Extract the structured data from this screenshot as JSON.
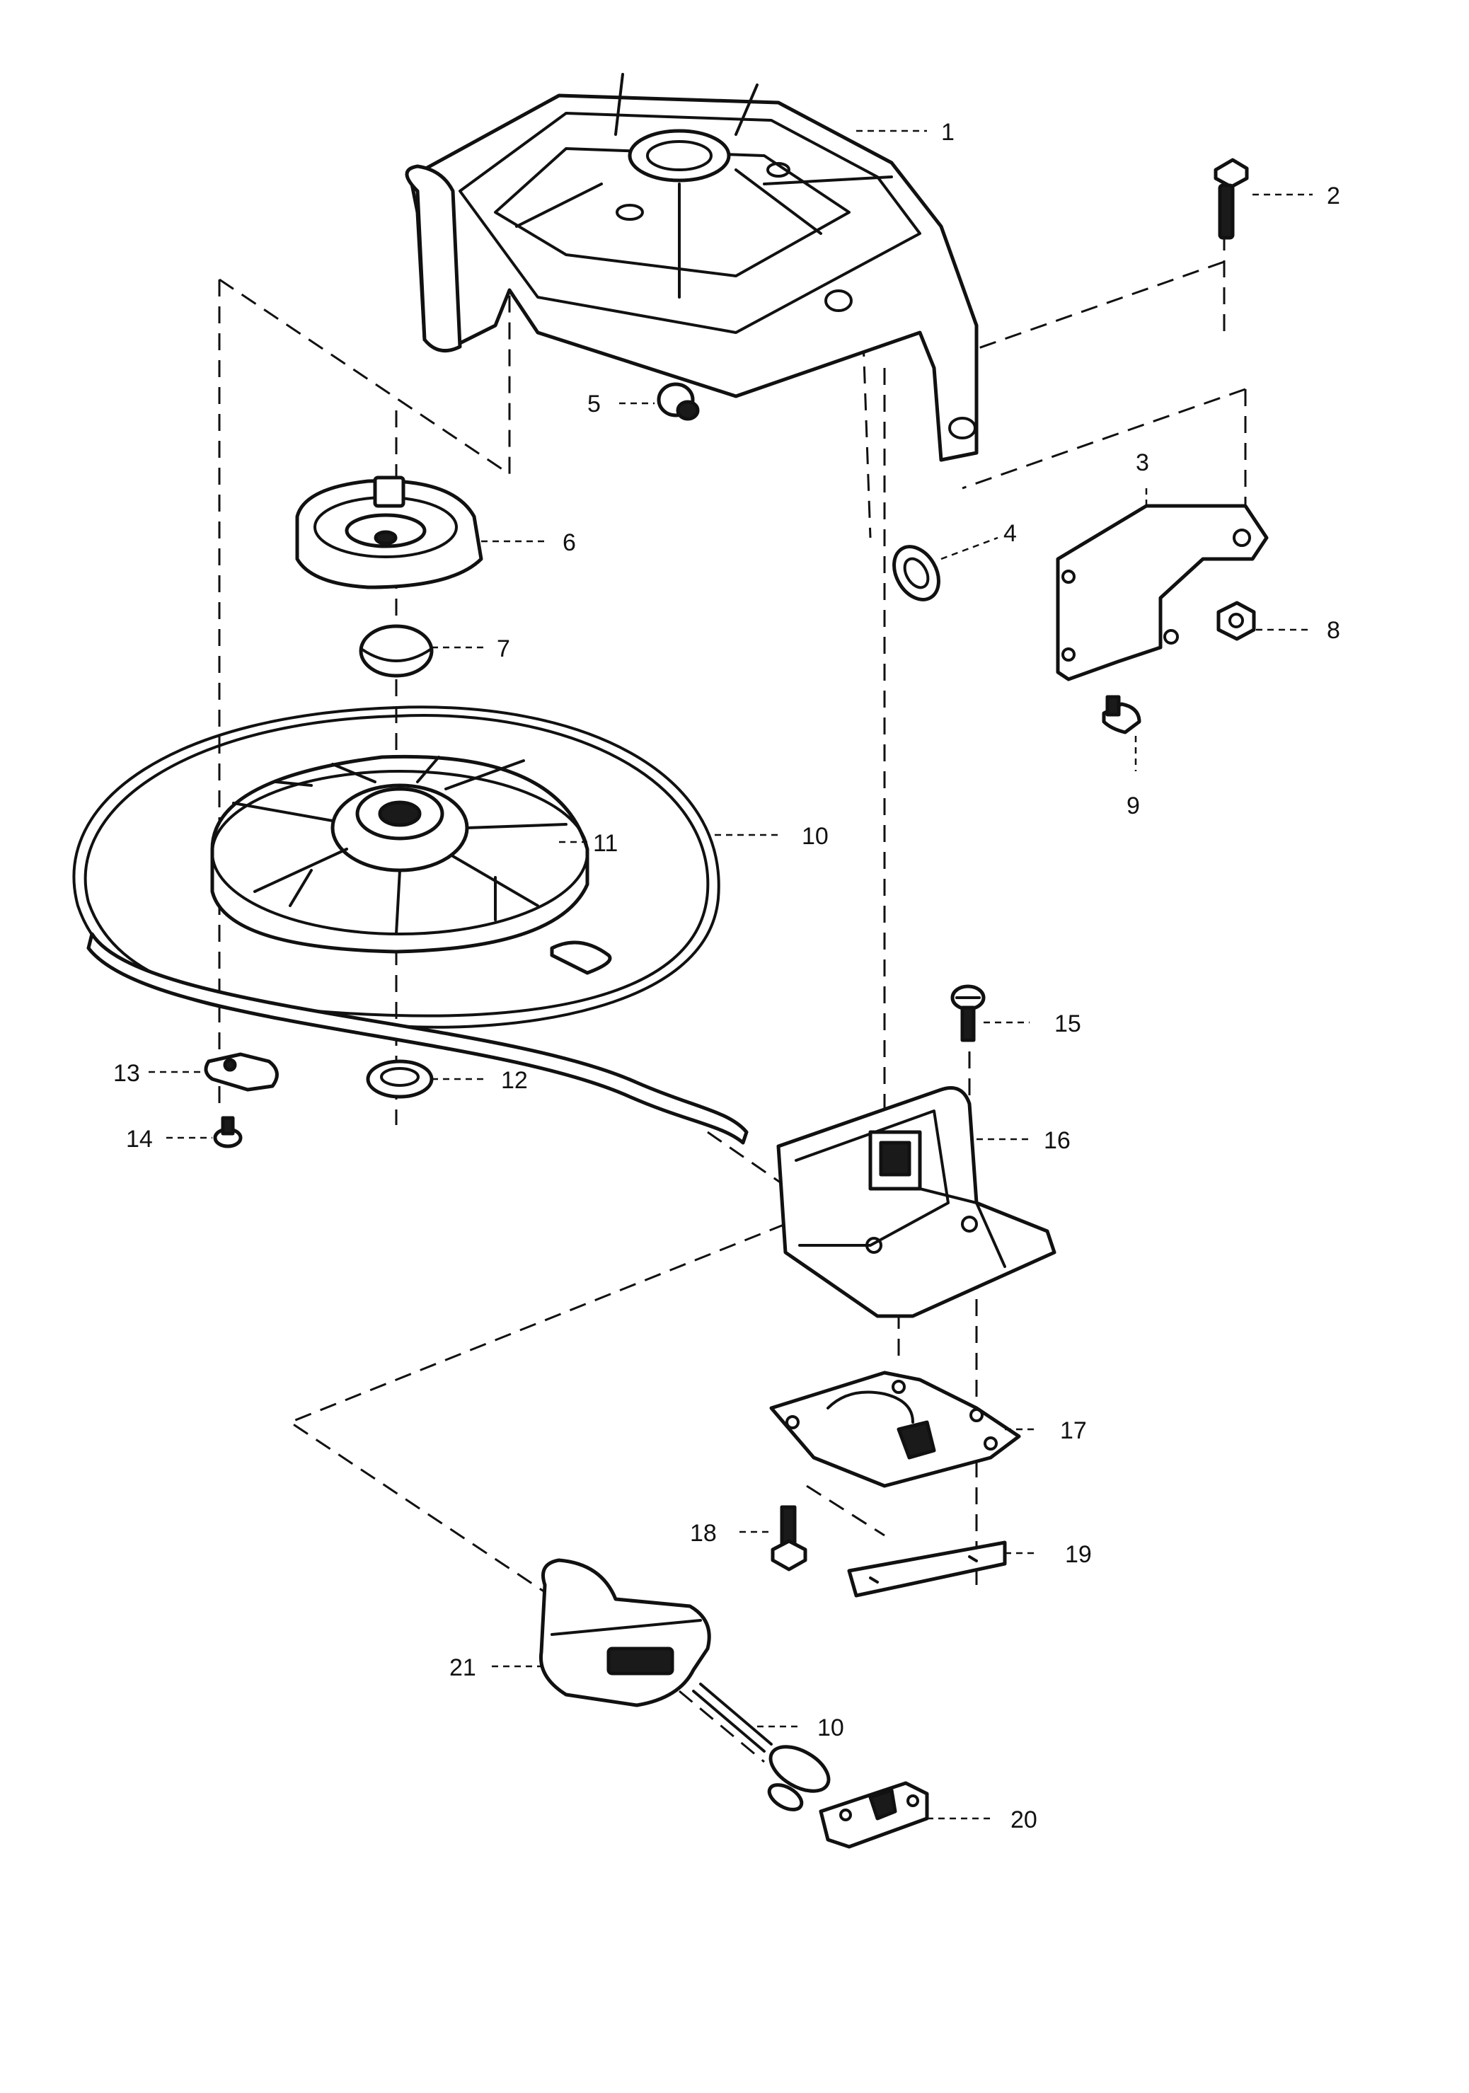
{
  "callouts": [
    {
      "id": "c1",
      "label": "1"
    },
    {
      "id": "c2",
      "label": "2"
    },
    {
      "id": "c3",
      "label": "3"
    },
    {
      "id": "c4",
      "label": "4"
    },
    {
      "id": "c5",
      "label": "5"
    },
    {
      "id": "c6",
      "label": "6"
    },
    {
      "id": "c7",
      "label": "7"
    },
    {
      "id": "c8",
      "label": "8"
    },
    {
      "id": "c9",
      "label": "9"
    },
    {
      "id": "c10a",
      "label": "10"
    },
    {
      "id": "c11",
      "label": "11"
    },
    {
      "id": "c12",
      "label": "12"
    },
    {
      "id": "c13",
      "label": "13"
    },
    {
      "id": "c14",
      "label": "14"
    },
    {
      "id": "c15",
      "label": "15"
    },
    {
      "id": "c16",
      "label": "16"
    },
    {
      "id": "c17",
      "label": "17"
    },
    {
      "id": "c18",
      "label": "18"
    },
    {
      "id": "c19",
      "label": "19"
    },
    {
      "id": "c20",
      "label": "20"
    },
    {
      "id": "c21",
      "label": "21"
    },
    {
      "id": "c10b",
      "label": "10"
    }
  ]
}
